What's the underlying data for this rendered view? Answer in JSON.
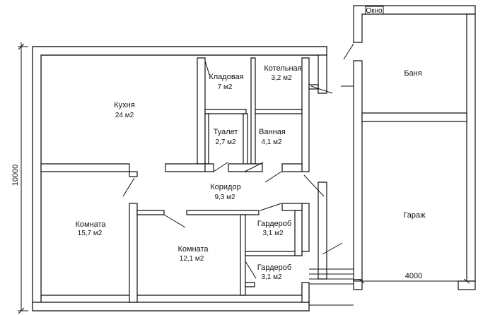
{
  "rooms": {
    "kitchen": {
      "name": "Кухня",
      "area": "24 м2"
    },
    "pantry": {
      "name": "Кладовая",
      "area": "7 м2"
    },
    "boiler": {
      "name": "Котельная",
      "area": "3,2 м2"
    },
    "toilet": {
      "name": "Туалет",
      "area": "2,7 м2"
    },
    "bathroom": {
      "name": "Ванная",
      "area": "4,1 м2"
    },
    "corridor": {
      "name": "Коридор",
      "area": "9,3 м2"
    },
    "room1": {
      "name": "Комната",
      "area": "15,7 м2"
    },
    "room2": {
      "name": "Комната",
      "area": "12,1 м2"
    },
    "wardrobe1": {
      "name": "Гардероб",
      "area": "3,1 м2"
    },
    "wardrobe2": {
      "name": "Гардероб",
      "area": "3,1 м2"
    },
    "banya": {
      "name": "Баня"
    },
    "garage": {
      "name": "Гараж"
    }
  },
  "window_label": "Окно",
  "dimensions": {
    "height": "10000",
    "garage_width": "4000"
  }
}
